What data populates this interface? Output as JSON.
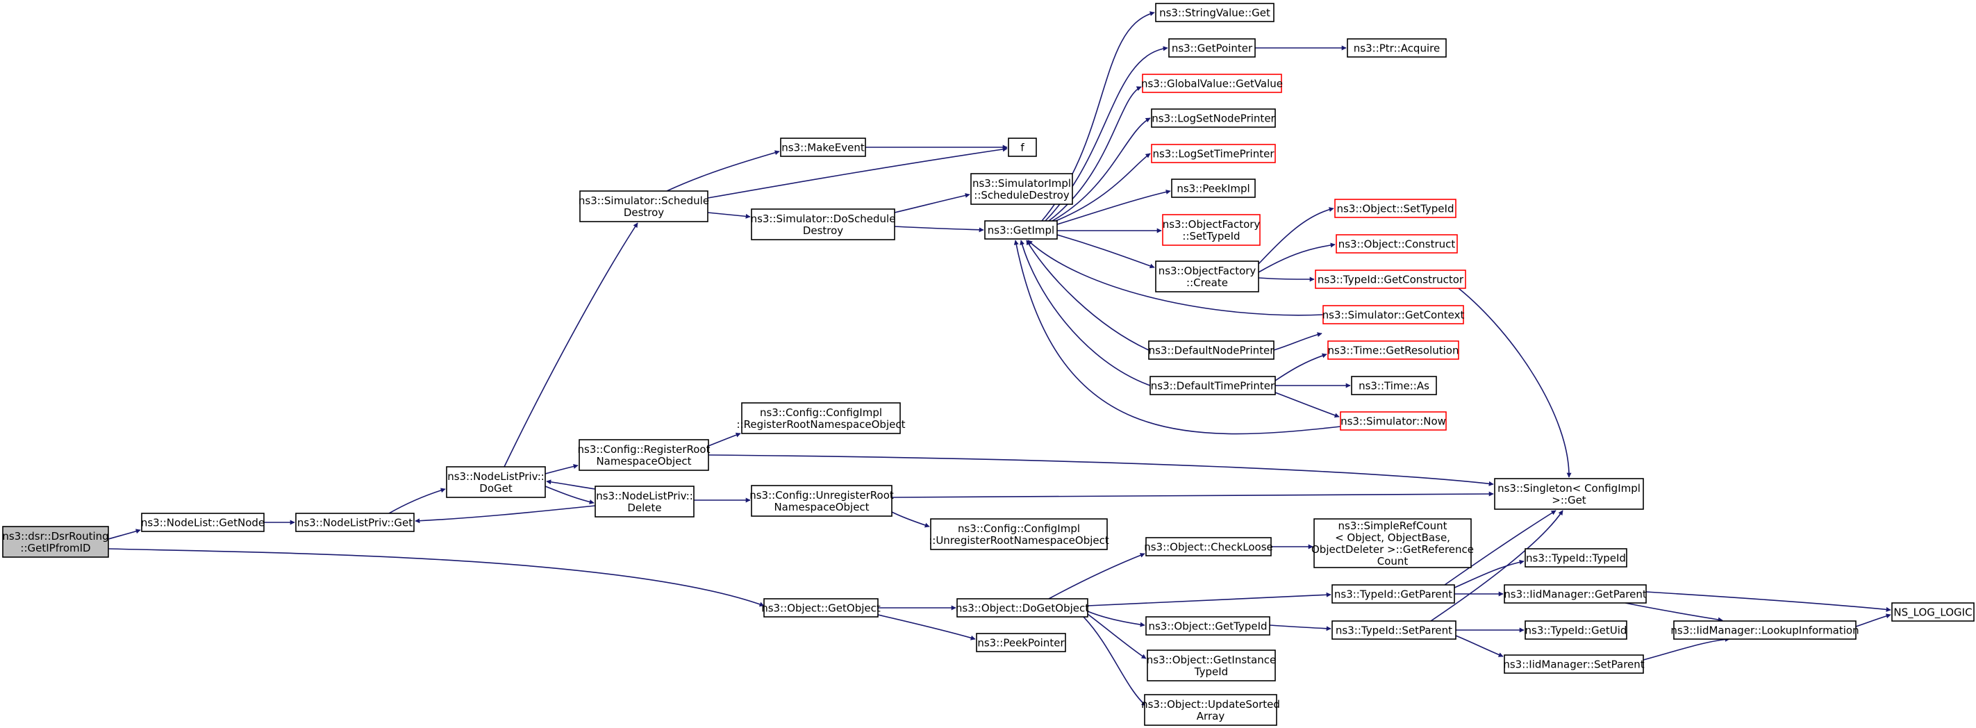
{
  "nodes": [
    {
      "id": "root",
      "lines": [
        "ns3::dsr::DsrRouting",
        "::GetIPfromID"
      ],
      "style": "root"
    },
    {
      "id": "getnode",
      "lines": [
        "ns3::NodeList::GetNode"
      ],
      "style": "plain"
    },
    {
      "id": "nlpget",
      "lines": [
        "ns3::NodeListPriv::Get"
      ],
      "style": "plain"
    },
    {
      "id": "doget",
      "lines": [
        "ns3::NodeListPriv::",
        "DoGet"
      ],
      "style": "plain"
    },
    {
      "id": "delete",
      "lines": [
        "ns3::NodeListPriv::",
        "Delete"
      ],
      "style": "plain"
    },
    {
      "id": "schedDestroy",
      "lines": [
        "ns3::Simulator::Schedule",
        "Destroy"
      ],
      "style": "plain"
    },
    {
      "id": "makeEvent",
      "lines": [
        "ns3::MakeEvent"
      ],
      "style": "plain"
    },
    {
      "id": "f",
      "lines": [
        "f"
      ],
      "style": "plain"
    },
    {
      "id": "doSchedDestroy",
      "lines": [
        "ns3::Simulator::DoSchedule",
        "Destroy"
      ],
      "style": "plain"
    },
    {
      "id": "simImplSched",
      "lines": [
        "ns3::SimulatorImpl",
        "::ScheduleDestroy"
      ],
      "style": "plain"
    },
    {
      "id": "getImpl",
      "lines": [
        "ns3::GetImpl"
      ],
      "style": "plain"
    },
    {
      "id": "stringGet",
      "lines": [
        "ns3::StringValue::Get"
      ],
      "style": "plain"
    },
    {
      "id": "getPointer",
      "lines": [
        "ns3::GetPointer"
      ],
      "style": "plain"
    },
    {
      "id": "ptrAcquire",
      "lines": [
        "ns3::Ptr::Acquire"
      ],
      "style": "plain"
    },
    {
      "id": "globalGet",
      "lines": [
        "ns3::GlobalValue::GetValue"
      ],
      "style": "red"
    },
    {
      "id": "logNode",
      "lines": [
        "ns3::LogSetNodePrinter"
      ],
      "style": "plain"
    },
    {
      "id": "logTime",
      "lines": [
        "ns3::LogSetTimePrinter"
      ],
      "style": "red"
    },
    {
      "id": "peekImpl",
      "lines": [
        "ns3::PeekImpl"
      ],
      "style": "plain"
    },
    {
      "id": "ofSetTypeId",
      "lines": [
        "ns3::ObjectFactory",
        "::SetTypeId"
      ],
      "style": "red"
    },
    {
      "id": "ofCreate",
      "lines": [
        "ns3::ObjectFactory",
        "::Create"
      ],
      "style": "plain"
    },
    {
      "id": "objSetTypeId",
      "lines": [
        "ns3::Object::SetTypeId"
      ],
      "style": "red"
    },
    {
      "id": "objConstruct",
      "lines": [
        "ns3::Object::Construct"
      ],
      "style": "red"
    },
    {
      "id": "getConstructor",
      "lines": [
        "ns3::TypeId::GetConstructor"
      ],
      "style": "red"
    },
    {
      "id": "getContext",
      "lines": [
        "ns3::Simulator::GetContext"
      ],
      "style": "red"
    },
    {
      "id": "defNodePrinter",
      "lines": [
        "ns3::DefaultNodePrinter"
      ],
      "style": "plain"
    },
    {
      "id": "defTimePrinter",
      "lines": [
        "ns3::DefaultTimePrinter"
      ],
      "style": "plain"
    },
    {
      "id": "getResolution",
      "lines": [
        "ns3::Time::GetResolution"
      ],
      "style": "red"
    },
    {
      "id": "timeAs",
      "lines": [
        "ns3::Time::As"
      ],
      "style": "plain"
    },
    {
      "id": "simNow",
      "lines": [
        "ns3::Simulator::Now"
      ],
      "style": "red"
    },
    {
      "id": "regRoot",
      "lines": [
        "ns3::Config::RegisterRoot",
        "NamespaceObject"
      ],
      "style": "plain"
    },
    {
      "id": "cfgRegRoot",
      "lines": [
        "ns3::Config::ConfigImpl",
        "::RegisterRootNamespaceObject"
      ],
      "style": "plain"
    },
    {
      "id": "unregRoot",
      "lines": [
        "ns3::Config::UnregisterRoot",
        "NamespaceObject"
      ],
      "style": "plain"
    },
    {
      "id": "cfgUnregRoot",
      "lines": [
        "ns3::Config::ConfigImpl",
        "::UnregisterRootNamespaceObject"
      ],
      "style": "plain"
    },
    {
      "id": "singleton",
      "lines": [
        "ns3::Singleton< ConfigImpl",
        " >::Get"
      ],
      "style": "plain"
    },
    {
      "id": "getObject",
      "lines": [
        "ns3::Object::GetObject"
      ],
      "style": "plain"
    },
    {
      "id": "doGetObject",
      "lines": [
        "ns3::Object::DoGetObject"
      ],
      "style": "plain"
    },
    {
      "id": "peekPointer",
      "lines": [
        "ns3::PeekPointer"
      ],
      "style": "plain"
    },
    {
      "id": "checkLoose",
      "lines": [
        "ns3::Object::CheckLoose"
      ],
      "style": "plain"
    },
    {
      "id": "simpleRef",
      "lines": [
        "ns3::SimpleRefCount",
        "< Object, ObjectBase,",
        " ObjectDeleter >::GetReference",
        "Count"
      ],
      "style": "plain"
    },
    {
      "id": "getTypeId",
      "lines": [
        "ns3::Object::GetTypeId"
      ],
      "style": "plain"
    },
    {
      "id": "getInstTypeId",
      "lines": [
        "ns3::Object::GetInstance",
        "TypeId"
      ],
      "style": "plain"
    },
    {
      "id": "updSorted",
      "lines": [
        "ns3::Object::UpdateSorted",
        "Array"
      ],
      "style": "plain"
    },
    {
      "id": "tidGetParent",
      "lines": [
        "ns3::TypeId::GetParent"
      ],
      "style": "plain"
    },
    {
      "id": "tidSetParent",
      "lines": [
        "ns3::TypeId::SetParent"
      ],
      "style": "plain"
    },
    {
      "id": "tidTypeId",
      "lines": [
        "ns3::TypeId::TypeId"
      ],
      "style": "plain"
    },
    {
      "id": "iidGetParent",
      "lines": [
        "ns3::IidManager::GetParent"
      ],
      "style": "plain"
    },
    {
      "id": "tidGetUid",
      "lines": [
        "ns3::TypeId::GetUid"
      ],
      "style": "plain"
    },
    {
      "id": "iidSetParent",
      "lines": [
        "ns3::IidManager::SetParent"
      ],
      "style": "plain"
    },
    {
      "id": "lookupInfo",
      "lines": [
        "ns3::IidManager::LookupInformation"
      ],
      "style": "plain"
    },
    {
      "id": "nsLogLogic",
      "lines": [
        "NS_LOG_LOGIC"
      ],
      "style": "plain"
    }
  ],
  "colors": {
    "edge": "#191970",
    "node_border": "#000000",
    "node_border_incomplete": "#ff0000",
    "root_fill": "#bfbfbf",
    "node_fill": "#ffffff"
  }
}
